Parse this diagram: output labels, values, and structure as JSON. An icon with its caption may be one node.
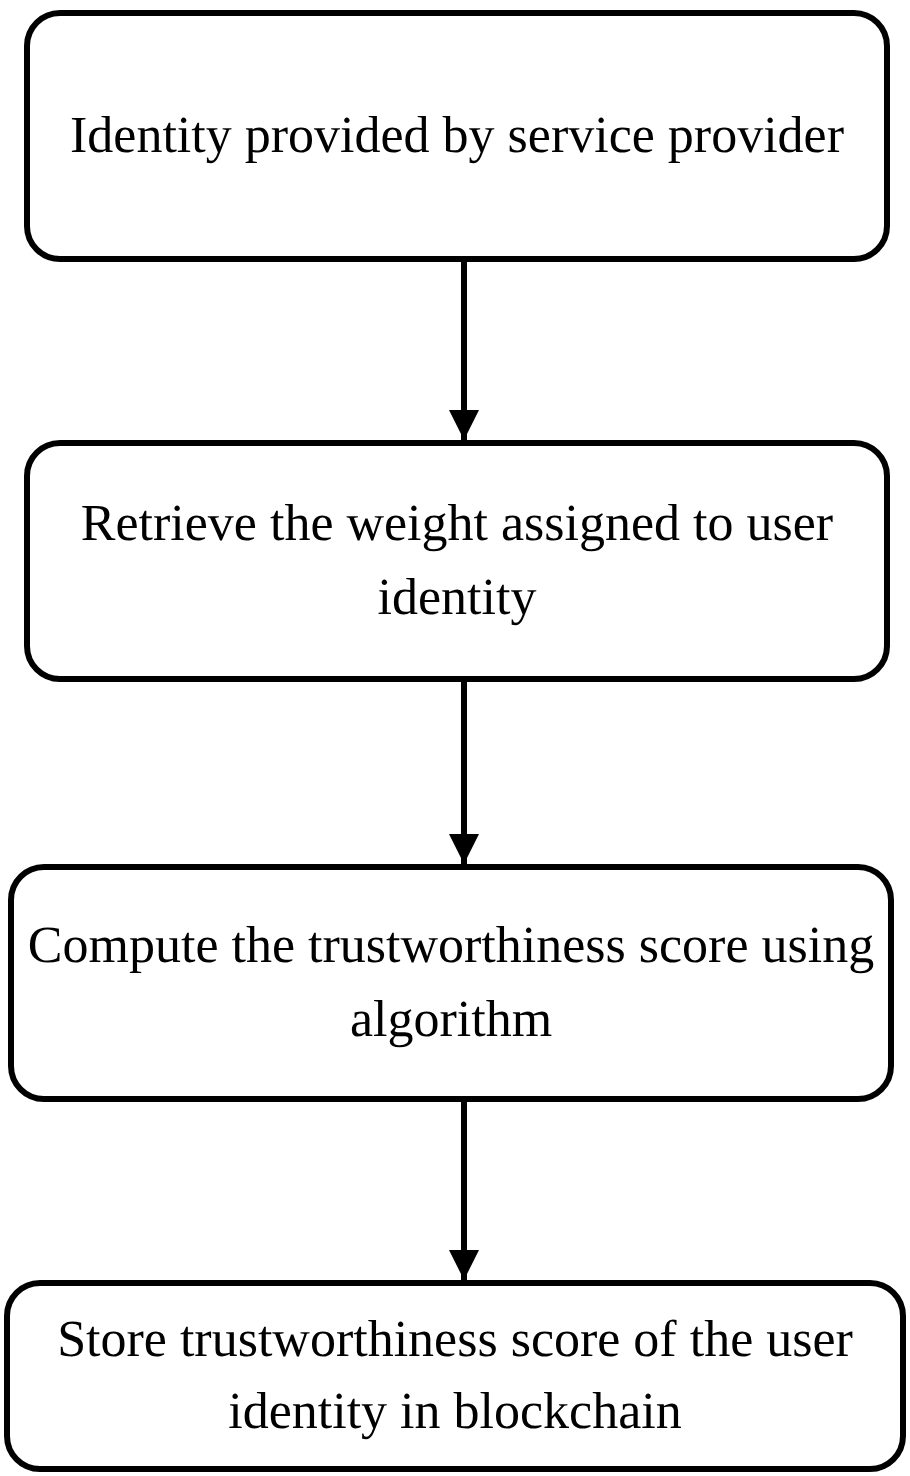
{
  "diagram": {
    "nodes": [
      {
        "text": [
          "Identity provided by service provider"
        ]
      },
      {
        "text": [
          "Retrieve the weight assigned to user identity"
        ]
      },
      {
        "text": [
          "Compute the trustworthiness score using algorithm"
        ]
      },
      {
        "text": [
          "Store trustworthiness score of the user identity in blockchain"
        ]
      }
    ],
    "edges": [
      {
        "from": 0,
        "to": 1,
        "arrow": "to"
      },
      {
        "from": 1,
        "to": 2,
        "arrow": "to"
      },
      {
        "from": 2,
        "to": 3,
        "arrow": "to"
      }
    ]
  }
}
